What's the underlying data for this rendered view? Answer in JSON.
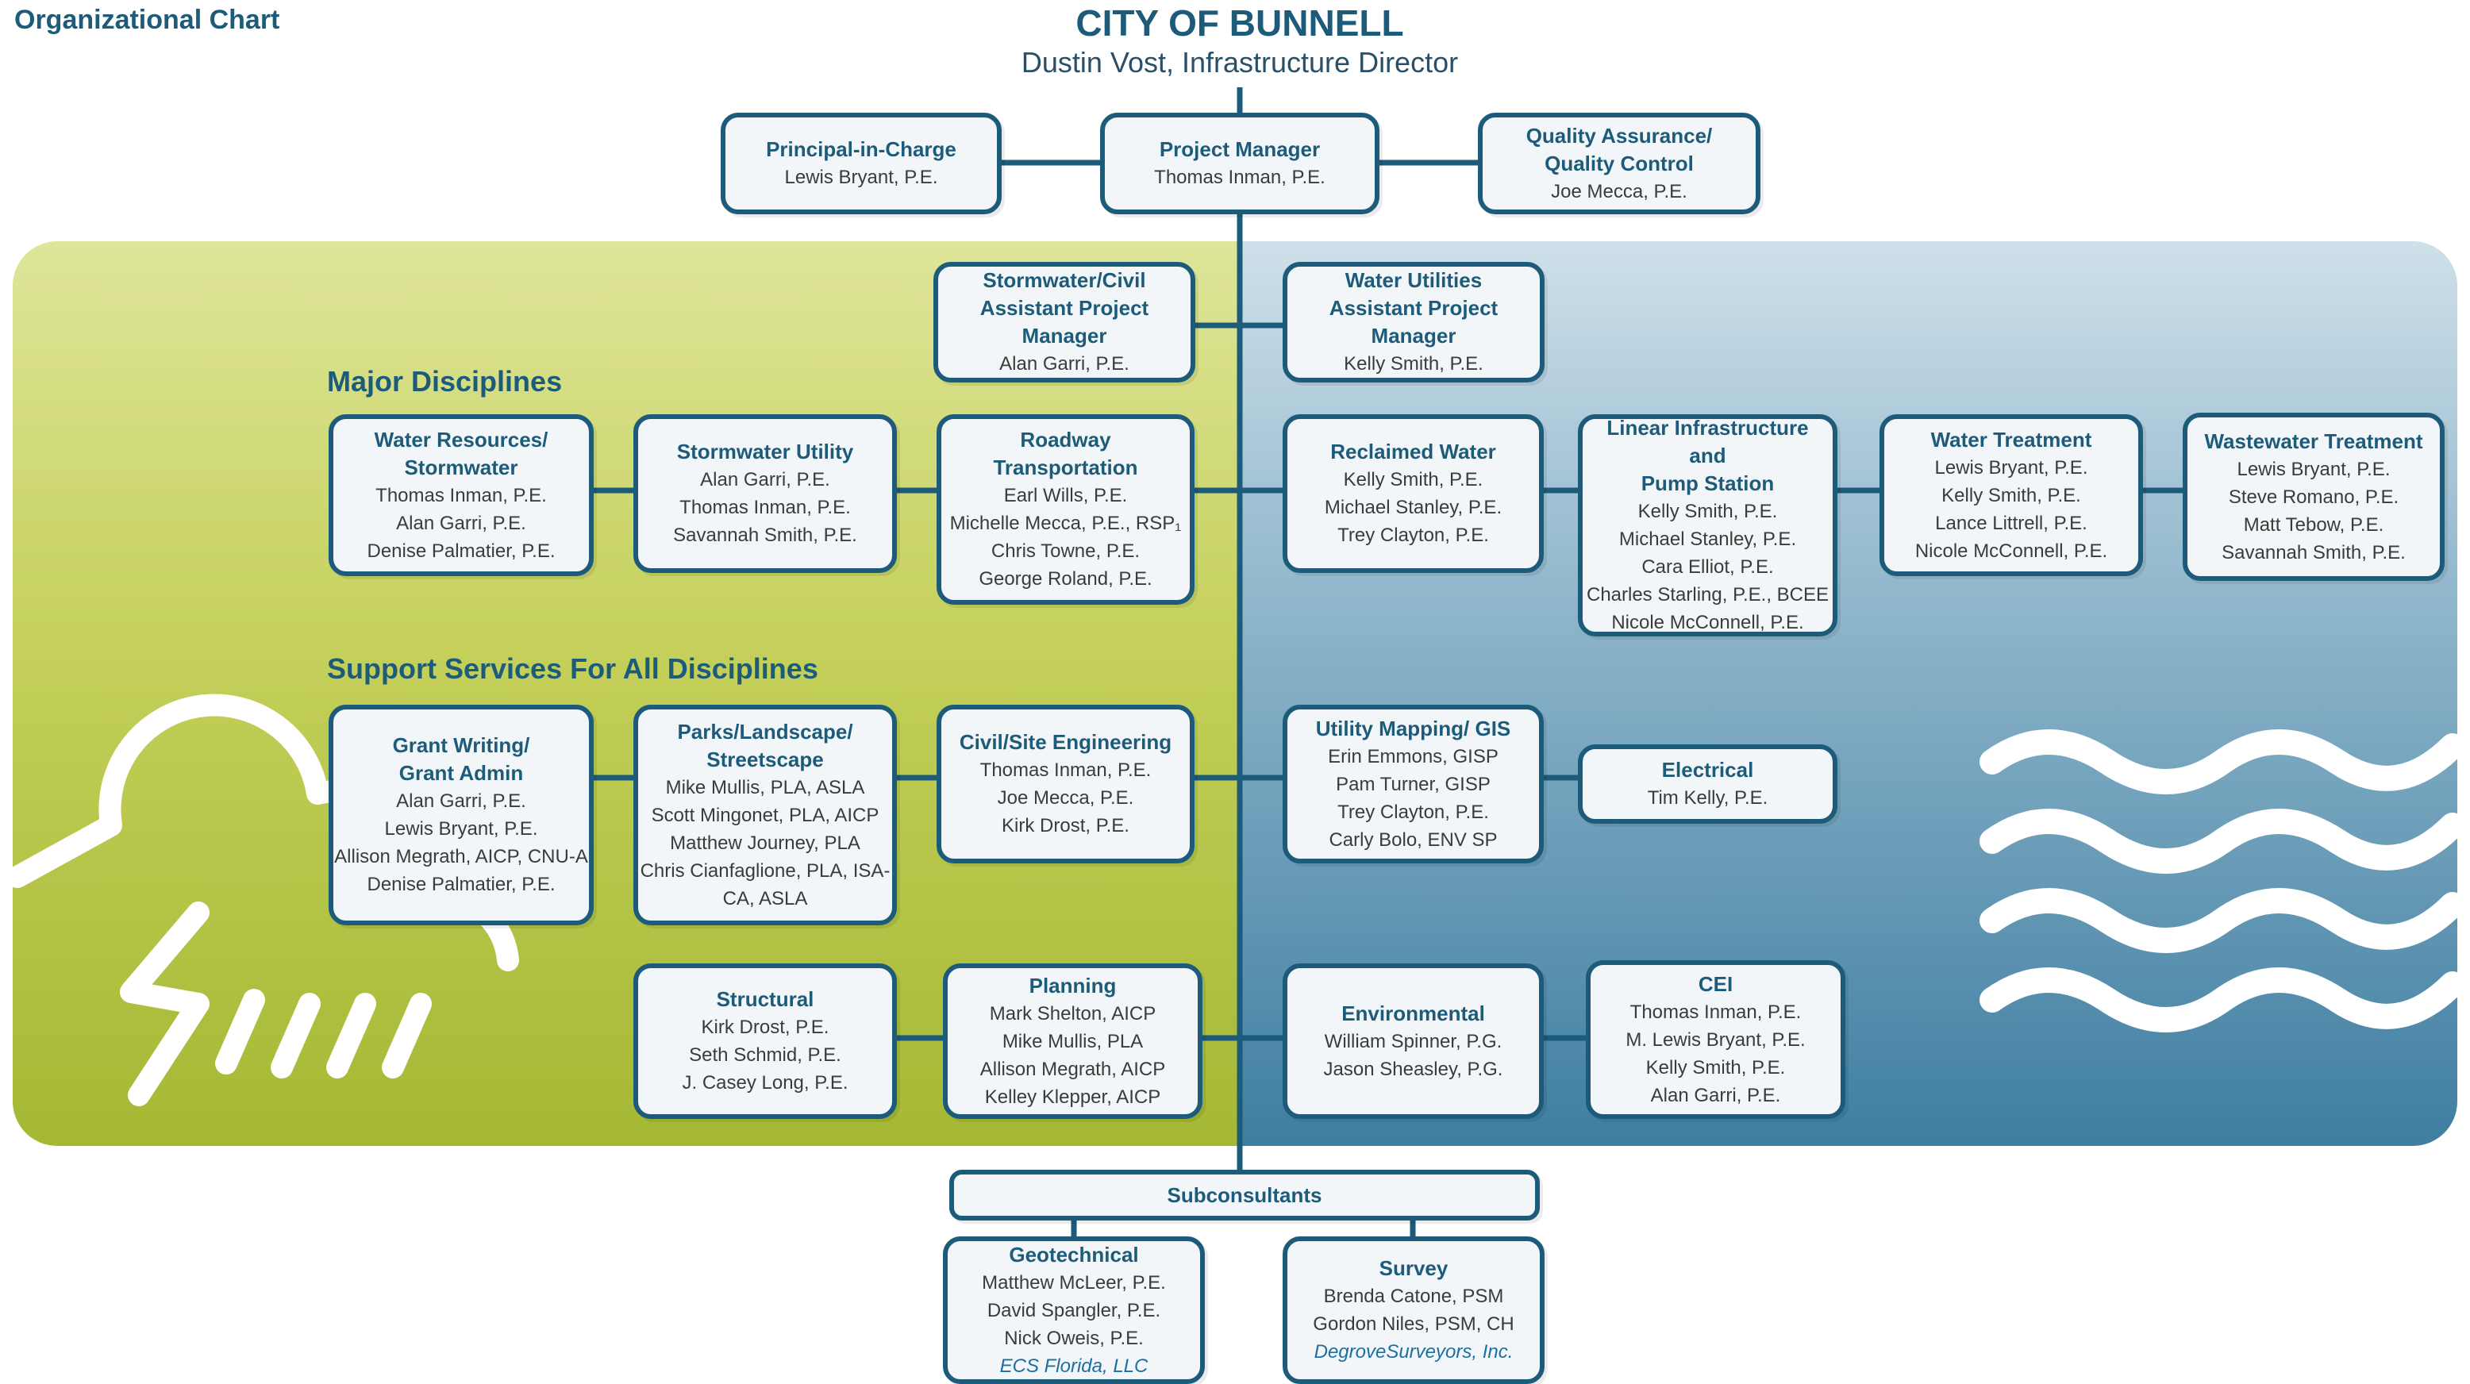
{
  "page": {
    "label": "Organizational Chart",
    "org_name": "CITY OF BUNNELL",
    "director": "Dustin Vost, Infrastructure Director"
  },
  "sections": {
    "major": "Major Disciplines",
    "support": "Support Services For All Disciplines"
  },
  "boxes": {
    "principal": {
      "title": "Principal-in-Charge",
      "members": [
        "Lewis Bryant, P.E."
      ]
    },
    "pm": {
      "title": "Project Manager",
      "members": [
        "Thomas Inman, P.E."
      ]
    },
    "qaqc": {
      "title": "Quality Assurance/\nQuality Control",
      "members": [
        "Joe Mecca, P.E."
      ]
    },
    "apm_storm": {
      "title": "Stormwater/Civil\nAssistant Project Manager",
      "members": [
        "Alan Garri, P.E."
      ]
    },
    "apm_water": {
      "title": "Water Utilities\nAssistant Project Manager",
      "members": [
        "Kelly Smith, P.E."
      ]
    },
    "water_resources": {
      "title": "Water Resources/\nStormwater",
      "members": [
        "Thomas Inman, P.E.",
        "Alan Garri, P.E.",
        "Denise Palmatier, P.E."
      ]
    },
    "stormwater_utility": {
      "title": "Stormwater Utility",
      "members": [
        "Alan Garri, P.E.",
        "Thomas Inman, P.E.",
        "Savannah Smith, P.E."
      ]
    },
    "roadway": {
      "title": "Roadway Transportation",
      "members": [
        "Earl Wills, P.E.",
        "Michelle Mecca, P.E., RSP₁",
        "Chris Towne, P.E.",
        "George Roland, P.E."
      ]
    },
    "reclaimed": {
      "title": "Reclaimed Water",
      "members": [
        "Kelly Smith, P.E.",
        "Michael Stanley, P.E.",
        "Trey Clayton, P.E."
      ]
    },
    "linear": {
      "title": "Linear Infrastructure and\nPump Station",
      "members": [
        "Kelly Smith, P.E.",
        "Michael Stanley, P.E.",
        "Cara Elliot, P.E.",
        "Charles Starling, P.E., BCEE",
        "Nicole McConnell, P.E."
      ]
    },
    "water_treatment": {
      "title": "Water Treatment",
      "members": [
        "Lewis Bryant, P.E.",
        "Kelly Smith, P.E.",
        "Lance Littrell, P.E.",
        "Nicole McConnell, P.E."
      ]
    },
    "wastewater": {
      "title": "Wastewater Treatment",
      "members": [
        "Lewis Bryant, P.E.",
        "Steve Romano, P.E.",
        "Matt Tebow, P.E.",
        "Savannah Smith, P.E."
      ]
    },
    "grant": {
      "title": "Grant Writing/\nGrant Admin",
      "members": [
        "Alan Garri, P.E.",
        "Lewis Bryant, P.E.",
        "Allison Megrath, AICP, CNU-A",
        "Denise Palmatier, P.E."
      ]
    },
    "parks": {
      "title": "Parks/Landscape/\nStreetscape",
      "members": [
        "Mike Mullis, PLA, ASLA",
        "Scott Mingonet, PLA, AICP",
        "Matthew Journey, PLA",
        "Chris Cianfaglione, PLA, ISA-",
        "CA, ASLA"
      ]
    },
    "civil": {
      "title": "Civil/Site Engineering",
      "members": [
        "Thomas Inman, P.E.",
        "Joe Mecca, P.E.",
        "Kirk Drost, P.E."
      ]
    },
    "gis": {
      "title": "Utility Mapping/ GIS",
      "members": [
        "Erin Emmons, GISP",
        "Pam Turner, GISP",
        "Trey Clayton, P.E.",
        "Carly Bolo, ENV SP"
      ]
    },
    "electrical": {
      "title": "Electrical",
      "members": [
        "Tim Kelly, P.E."
      ]
    },
    "structural": {
      "title": "Structural",
      "members": [
        "Kirk Drost, P.E.",
        "Seth Schmid, P.E.",
        "J. Casey Long, P.E."
      ]
    },
    "planning": {
      "title": "Planning",
      "members": [
        "Mark Shelton, AICP",
        "Mike Mullis, PLA",
        "Allison Megrath, AICP",
        "Kelley Klepper, AICP"
      ]
    },
    "environmental": {
      "title": "Environmental",
      "members": [
        "William Spinner, P.G.",
        "Jason Sheasley, P.G."
      ]
    },
    "cei": {
      "title": "CEI",
      "members": [
        "Thomas Inman, P.E.",
        "M. Lewis Bryant, P.E.",
        "Kelly Smith, P.E.",
        "Alan Garri, P.E."
      ]
    },
    "subconsultants": {
      "title": "Subconsultants",
      "members": []
    },
    "geotechnical": {
      "title": "Geotechnical",
      "members": [
        "Matthew McLeer, P.E.",
        "David Spangler, P.E.",
        "Nick Oweis, P.E."
      ],
      "company": "ECS Florida, LLC"
    },
    "survey": {
      "title": "Survey",
      "members": [
        "Brenda Catone, PSM",
        "Gordon Niles, PSM, CH"
      ],
      "company": "DegroveSurveyors, Inc."
    }
  },
  "colors": {
    "primary": "#1d5b7a",
    "box_fill": "#f3f6f8",
    "member_text": "#3b3b3b",
    "company_text": "#1d6fa0",
    "left_panel": "#c4d05a",
    "right_panel": "#3f7ea1"
  },
  "icons": {
    "left_decoration": "storm-cloud-icon",
    "right_decoration": "water-waves-icon"
  }
}
